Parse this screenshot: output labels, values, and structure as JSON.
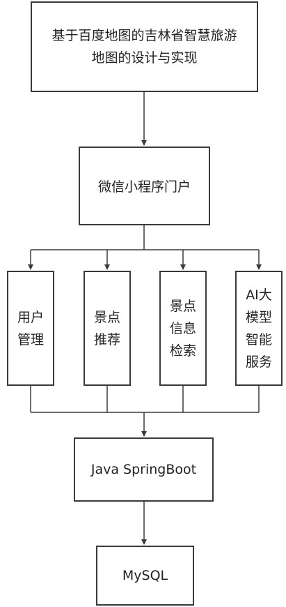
{
  "diagram": {
    "title_node": "基于百度地图的吉林省智慧旅游地图的设计与实现",
    "portal_node": "微信小程序门户",
    "modules": [
      "用户管理",
      "景点推荐",
      "景点信息检索",
      "AI大模型智能服务"
    ],
    "backend_node": "Java SpringBoot",
    "database_node": "MySQL"
  }
}
